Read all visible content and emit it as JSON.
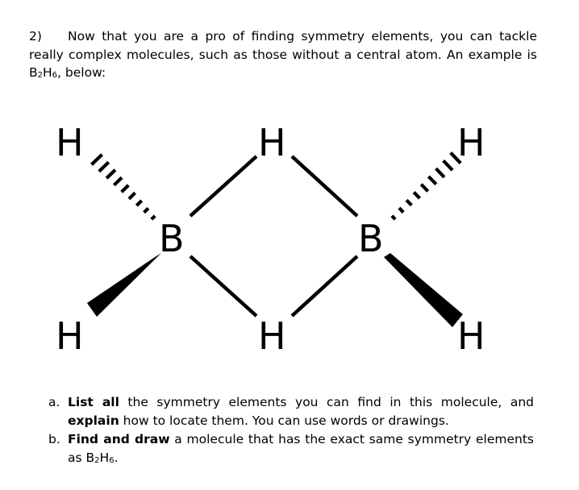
{
  "question": {
    "number": "2)",
    "text_a": "Now that you are a pro of finding symmetry elements, you can tackle really complex molecules, such as those without a central atom. An example is ",
    "formula_b": "B",
    "formula_b_sub": "2",
    "formula_h": "H",
    "formula_h_sub": "6",
    "text_b": ", below:"
  },
  "molecule": {
    "atoms": {
      "h_top_left": "H",
      "h_top_center": "H",
      "h_top_right": "H",
      "b_left": "B",
      "b_right": "B",
      "h_bottom_left": "H",
      "h_bottom_center": "H",
      "h_bottom_right": "H"
    }
  },
  "parts": {
    "a": {
      "marker": "a.",
      "bold1": "List all",
      "text1": " the symmetry elements you can find in this molecule, and ",
      "bold2": "explain",
      "text2": " how to locate them. You can use words or drawings."
    },
    "b": {
      "marker": "b.",
      "bold1": "Find and draw",
      "text1": " a molecule that has the exact same symmetry elements as ",
      "formula_b": "B",
      "formula_b_sub": "2",
      "formula_h": "H",
      "formula_h_sub": "6",
      "text2": "."
    }
  }
}
